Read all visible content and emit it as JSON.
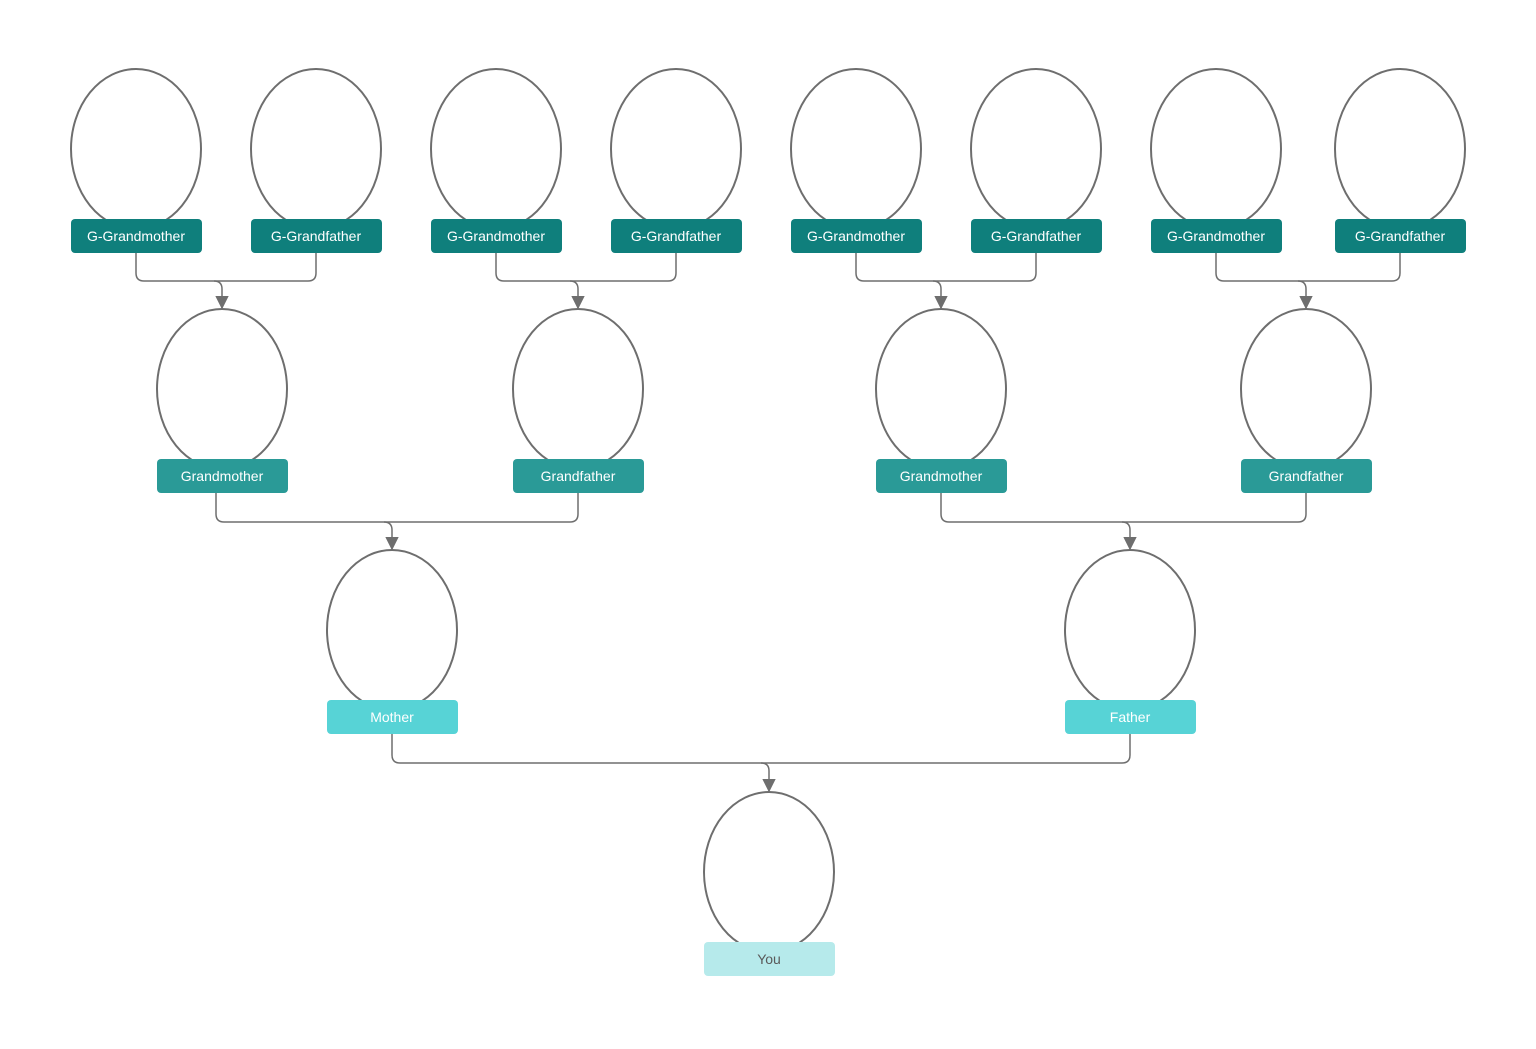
{
  "colors": {
    "great_grandparent_label": "#0f7f7c",
    "grandparent_label": "#2a9a97",
    "parent_label": "#57d3d6",
    "you_label": "#b6eaeb",
    "label_text_light": "#ffffff",
    "label_text_dark": "#5a5a5a",
    "portrait_outline": "#6e6e6e",
    "connector": "#6e6e6e"
  },
  "tree": {
    "great_grandparents": [
      {
        "label": "G-Grandmother"
      },
      {
        "label": "G-Grandfather"
      },
      {
        "label": "G-Grandmother"
      },
      {
        "label": "G-Grandfather"
      },
      {
        "label": "G-Grandmother"
      },
      {
        "label": "G-Grandfather"
      },
      {
        "label": "G-Grandmother"
      },
      {
        "label": "G-Grandfather"
      }
    ],
    "grandparents": [
      {
        "label": "Grandmother"
      },
      {
        "label": "Grandfather"
      },
      {
        "label": "Grandmother"
      },
      {
        "label": "Grandfather"
      }
    ],
    "parents": [
      {
        "label": "Mother"
      },
      {
        "label": "Father"
      }
    ],
    "self": {
      "label": "You"
    }
  }
}
